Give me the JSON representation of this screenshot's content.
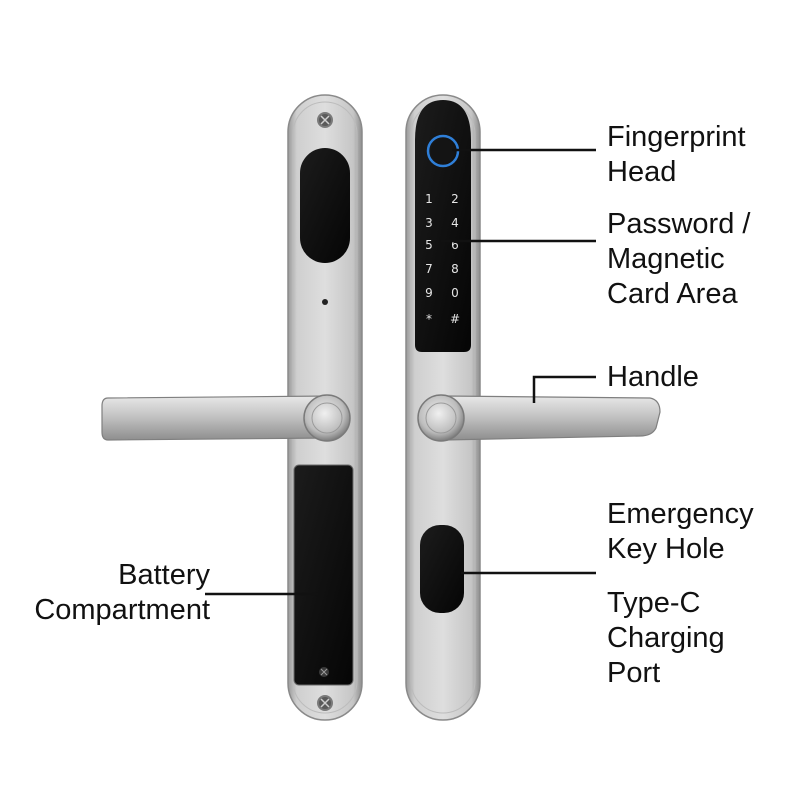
{
  "labels": {
    "fingerprint": "Fingerprint\nHead",
    "password": "Password /\nMagnetic\nCard Area",
    "handle": "Handle",
    "emergency": "Emergency\nKey Hole",
    "typec": "Type-C\nCharging\nPort",
    "battery": "Battery\nCompartment"
  },
  "keypad": {
    "keys": [
      "1",
      "2",
      "3",
      "4",
      "5",
      "6",
      "7",
      "8",
      "9",
      "0",
      "*",
      "#"
    ]
  },
  "colors": {
    "steel_light": "#d4d4d4",
    "steel_mid": "#b9b9b9",
    "steel_dark": "#8c8c8c",
    "panel_black": "#101010",
    "fingerprint_ring": "#2f7fd8",
    "leader_line": "#111111"
  }
}
